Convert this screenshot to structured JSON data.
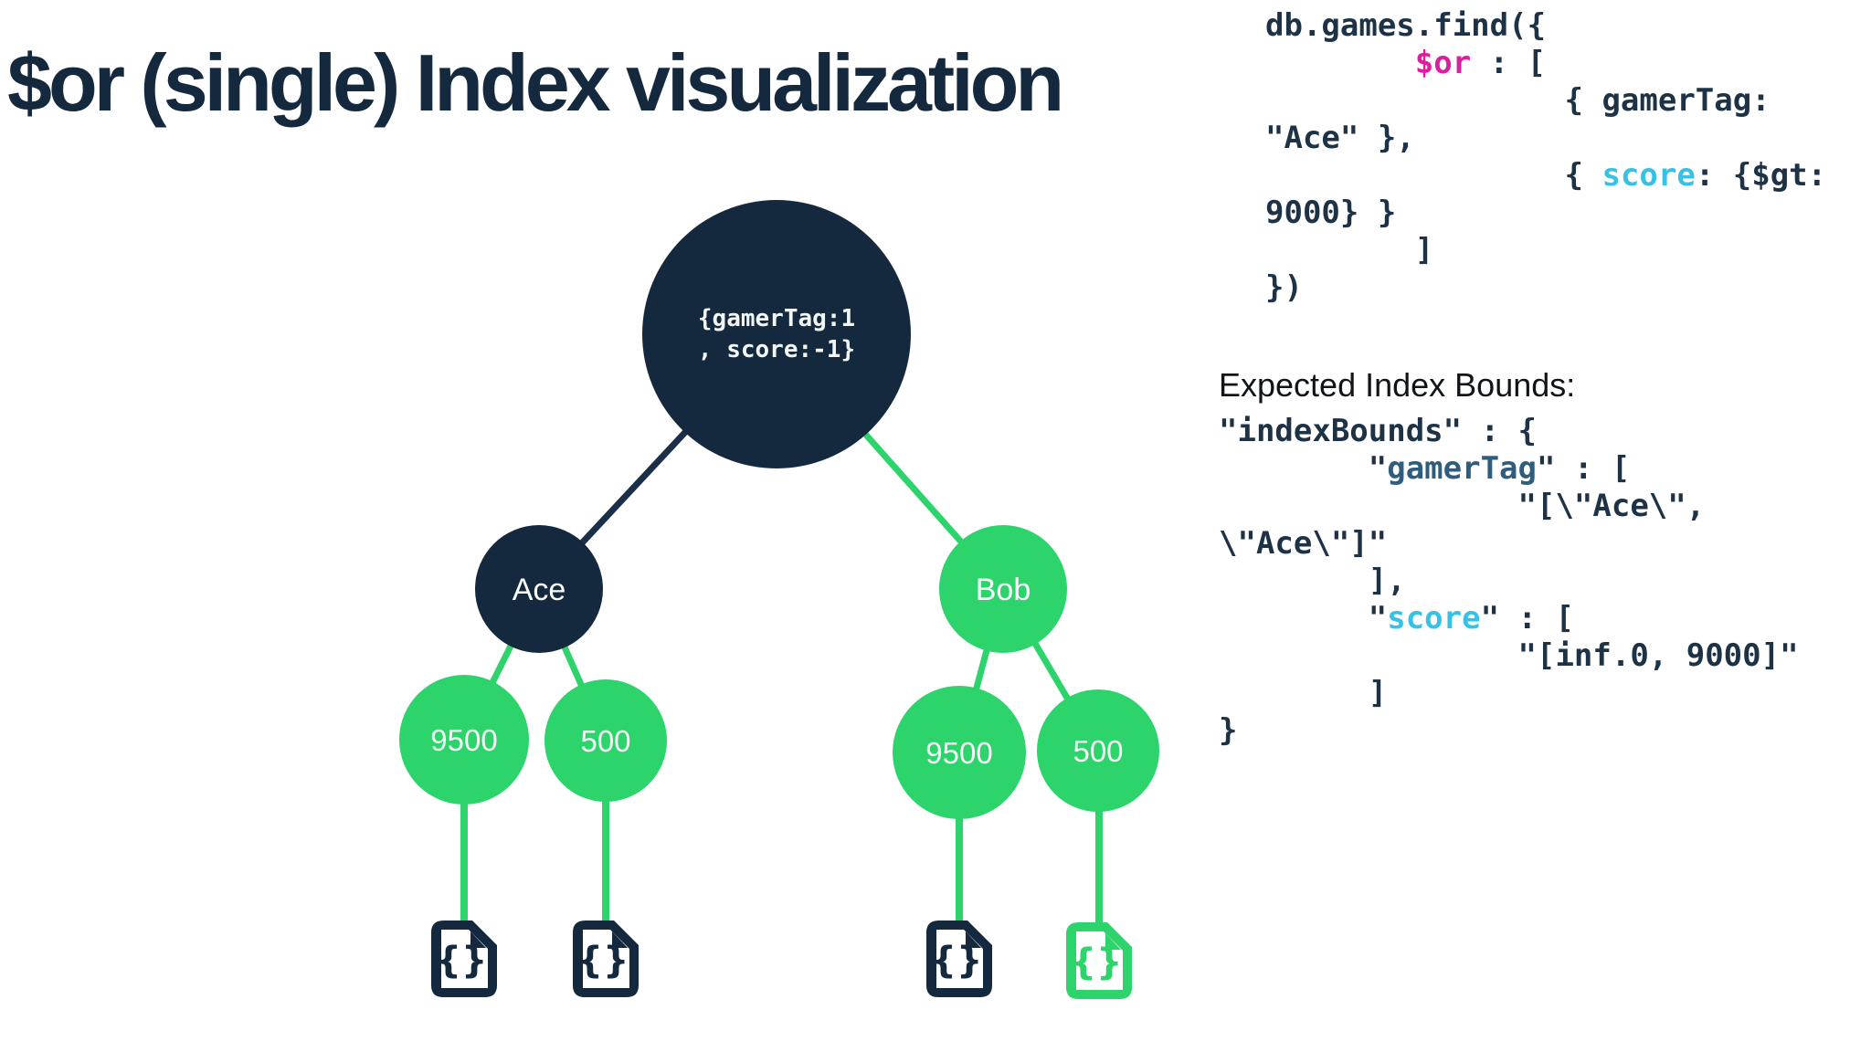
{
  "slide": {
    "title": "$or (single) Index visualization"
  },
  "colors": {
    "navy": "#15293e",
    "green": "#2dd36b",
    "magenta": "#dc1f9f",
    "cyan": "#38c1e6",
    "steel_blue": "#2e5d7d",
    "code_text": "#1e3246",
    "background": "#ffffff"
  },
  "tree": {
    "root": {
      "line1": "{gamerTag:1",
      "line2": ", score:-1}"
    },
    "level1": [
      {
        "label": "Ace"
      },
      {
        "label": "Bob"
      }
    ],
    "leaves": [
      {
        "label": "9500"
      },
      {
        "label": "500"
      },
      {
        "label": "9500"
      },
      {
        "label": "500"
      }
    ],
    "doc_glyph": "{}"
  },
  "code_find": {
    "l1": "db.games.find({",
    "l2_pre": "        ",
    "l2_op": "$or",
    "l2_post": " : [",
    "l3": "                { gamerTag:",
    "l4": "\"Ace\" },",
    "l5_pre": "                { ",
    "l5_tok": "score",
    "l5_post": ": {$gt:",
    "l6": "9000} }",
    "l7": "        ]",
    "l8": "})"
  },
  "bounds": {
    "heading": "Expected Index Bounds:",
    "l1": "\"indexBounds\" : {",
    "l2_pre": "        \"",
    "l2_key": "gamerTag",
    "l2_post": "\" : [",
    "l3": "                \"[\\\"Ace\\\",",
    "l4": "\\\"Ace\\\"]\"",
    "l5": "        ],",
    "l6_pre": "        \"",
    "l6_key": "score",
    "l6_post": "\" : [",
    "l7": "                \"[inf.0, 9000]\"",
    "l8": "        ]",
    "l9": "}"
  }
}
